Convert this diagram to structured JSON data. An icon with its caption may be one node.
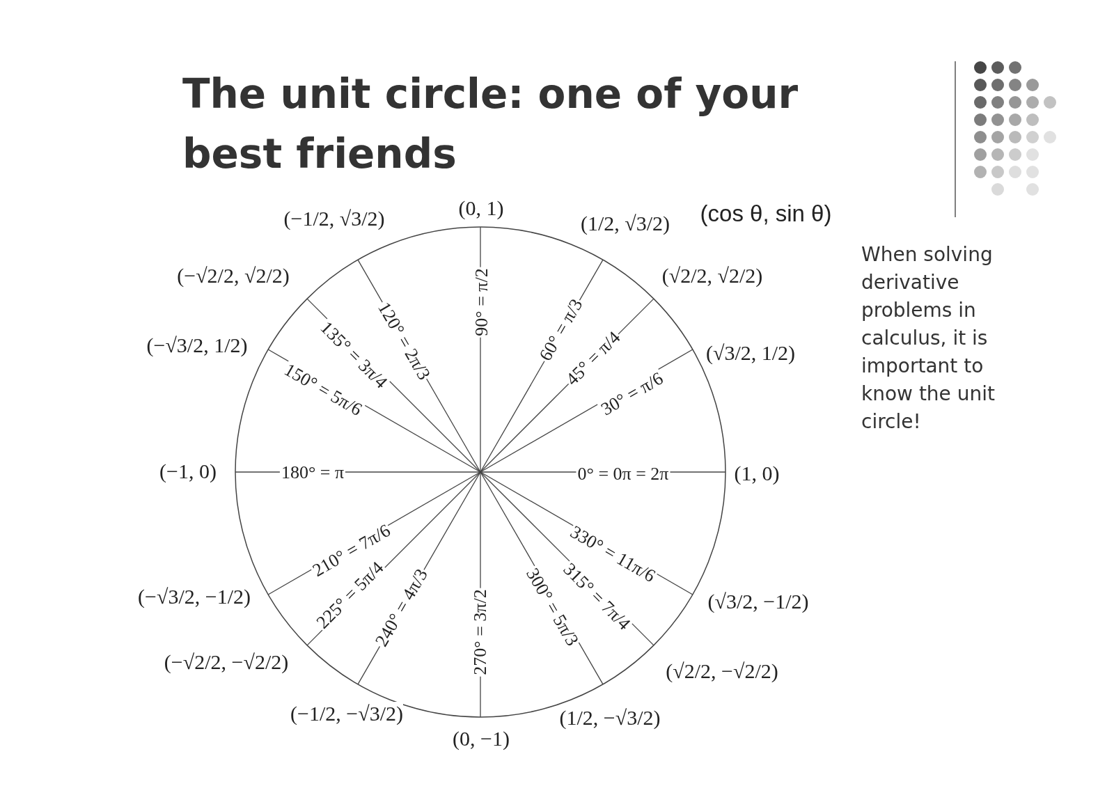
{
  "diagram": {
    "title": "The unit circle: one of your best friends",
    "labels": [
      "(cos θ, sin θ)",
      "When solving derivative problems in calculus, it is important to know the unit circle!",
      "(1, 0)",
      "(√3/2, 1/2)",
      "(√2/2, √2/2)",
      "(1/2, √3/2)",
      "(0, 1)",
      "(−1/2, √3/2)",
      "(−√2/2, √2/2)",
      "(−√3/2, 1/2)",
      "(−1, 0)",
      "(−√3/2, −1/2)",
      "(−√2/2, −√2/2)",
      "(−1/2, −√3/2)",
      "(0, −1)",
      "(1/2, −√3/2)",
      "(√2/2, −√2/2)",
      "(√3/2, −1/2)",
      "0° = 0π = 2π",
      "30° = π/6",
      "45° = π/4",
      "60° = π/3",
      "90° = π/2",
      "120° = 2π/3",
      "135° = 3π/4",
      "150° = 5π/6",
      "180° = π",
      "210° = 7π/6",
      "225° = 5π/4",
      "240° = 4π/3",
      "270° = 3π/2",
      "300° = 5π/3",
      "315° = 7π/4",
      "330° = 11π/6"
    ]
  }
}
